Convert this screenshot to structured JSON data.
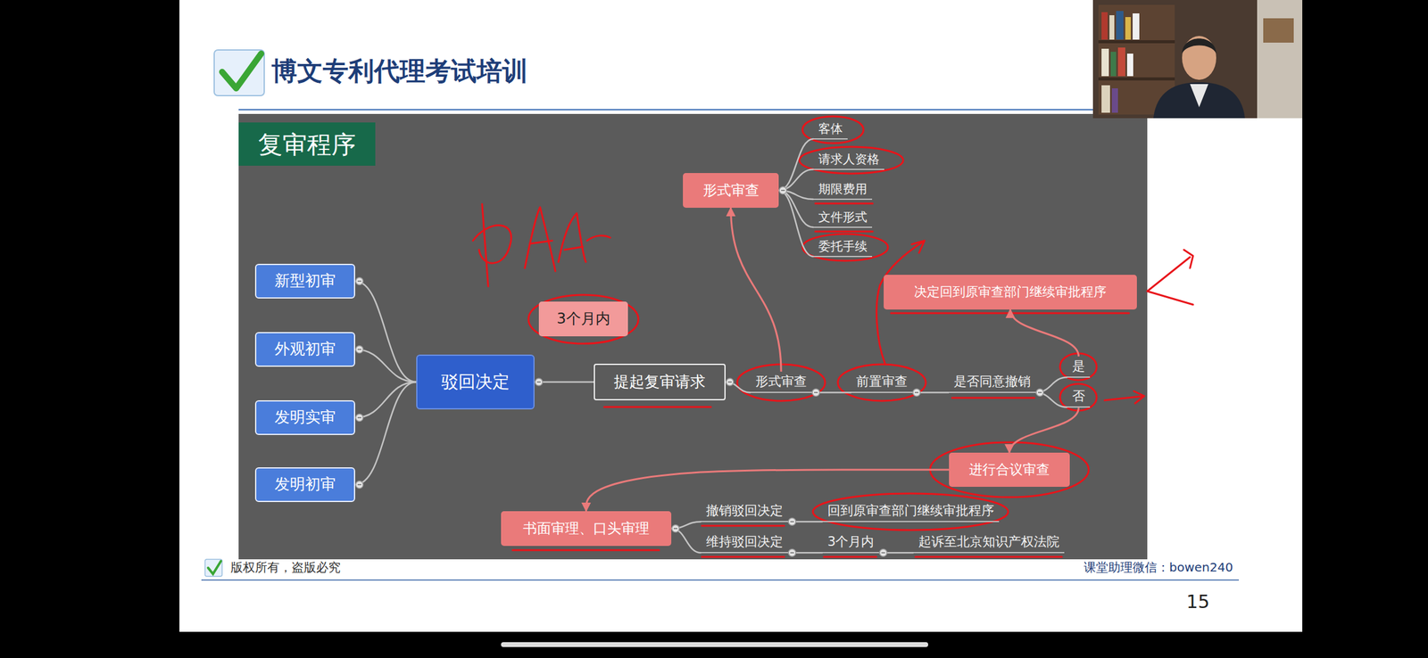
{
  "diagram": {
    "title": "复审程序",
    "nodes": [
      {
        "text": [
          "新型初审"
        ]
      },
      {
        "text": [
          "外观初审"
        ]
      },
      {
        "text": [
          "发明实审"
        ]
      },
      {
        "text": [
          "发明初审"
        ]
      },
      {
        "text": [
          "驳回决定"
        ]
      },
      {
        "text": [
          "3个月内"
        ]
      },
      {
        "text": [
          "提起复审请求"
        ]
      },
      {
        "text": [
          "形式审查"
        ]
      },
      {
        "text": [
          "前置审查"
        ]
      },
      {
        "text": [
          "是否同意撤销"
        ]
      },
      {
        "text": [
          "是"
        ]
      },
      {
        "text": [
          "否"
        ]
      },
      {
        "text": [
          "决定回到原审查部门继续审批程序"
        ]
      },
      {
        "text": [
          "形式审查"
        ]
      },
      {
        "text": [
          "客体"
        ]
      },
      {
        "text": [
          "请求人资格"
        ]
      },
      {
        "text": [
          "期限费用"
        ]
      },
      {
        "text": [
          "文件形式"
        ]
      },
      {
        "text": [
          "委托手续"
        ]
      },
      {
        "text": [
          "进行合议审查"
        ]
      },
      {
        "text": [
          "书面审理、口头审理"
        ]
      },
      {
        "text": [
          "撤销驳回决定"
        ]
      },
      {
        "text": [
          "回到原审查部门继续审批程序"
        ]
      },
      {
        "text": [
          "维持驳回决定"
        ]
      },
      {
        "text": [
          "3个月内"
        ]
      },
      {
        "text": [
          "起诉至北京知识产权法院"
        ]
      }
    ],
    "edges": [
      {
        "from": 0,
        "to": 4,
        "arrow": "none"
      },
      {
        "from": 1,
        "to": 4,
        "arrow": "none"
      },
      {
        "from": 2,
        "to": 4,
        "arrow": "none"
      },
      {
        "from": 3,
        "to": 4,
        "arrow": "none"
      },
      {
        "from": 4,
        "to": 6,
        "arrow": "none"
      },
      {
        "from": 6,
        "to": 7,
        "arrow": "none"
      },
      {
        "from": 7,
        "to": 8,
        "arrow": "none"
      },
      {
        "from": 8,
        "to": 9,
        "arrow": "none"
      },
      {
        "from": 9,
        "to": 10,
        "arrow": "none"
      },
      {
        "from": 9,
        "to": 11,
        "arrow": "none"
      },
      {
        "from": 10,
        "to": 12,
        "arrow": "to"
      },
      {
        "from": 7,
        "to": 13,
        "arrow": "to"
      },
      {
        "from": 13,
        "to": 14,
        "arrow": "none"
      },
      {
        "from": 13,
        "to": 15,
        "arrow": "none"
      },
      {
        "from": 13,
        "to": 16,
        "arrow": "none"
      },
      {
        "from": 13,
        "to": 17,
        "arrow": "none"
      },
      {
        "from": 13,
        "to": 18,
        "arrow": "none"
      },
      {
        "from": 11,
        "to": 19,
        "arrow": "to"
      },
      {
        "from": 19,
        "to": 20,
        "arrow": "to"
      },
      {
        "from": 20,
        "to": 21,
        "arrow": "none"
      },
      {
        "from": 20,
        "to": 23,
        "arrow": "none"
      },
      {
        "from": 21,
        "to": 22,
        "arrow": "none"
      },
      {
        "from": 23,
        "to": 24,
        "arrow": "none"
      },
      {
        "from": 24,
        "to": 25,
        "arrow": "none"
      }
    ],
    "labels": [
      "博文专利代理考试培训",
      "版权所有，盗版必究",
      "课堂助理微信：bowen240",
      "15"
    ]
  }
}
